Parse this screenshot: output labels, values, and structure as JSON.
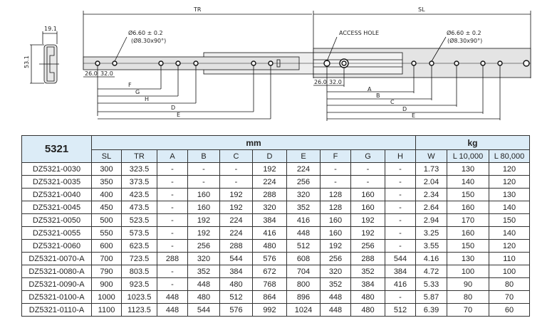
{
  "drawing": {
    "tr_label": "TR",
    "sl_label": "SL",
    "width_dim": "19.1",
    "height_dim": "53.1",
    "hole_spec_left": "Ø6.60 ± 0.2",
    "hole_sub_left": "(Ø8.30x90°)",
    "hole_spec_right": "Ø6.60 ± 0.2",
    "hole_sub_right": "(Ø8.30x90°)",
    "access_hole": "ACCESS HOLE",
    "dim_26": "26.0",
    "dim_32": "32.0",
    "left_dims": [
      "F",
      "G",
      "H",
      "D",
      "E"
    ],
    "right_dims": [
      "A",
      "B",
      "C",
      "D",
      "E"
    ]
  },
  "table": {
    "model": "5321",
    "unit_mm": "mm",
    "unit_kg": "kg",
    "columns": [
      "SL",
      "TR",
      "A",
      "B",
      "C",
      "D",
      "E",
      "F",
      "G",
      "H",
      "W",
      "L 10,000",
      "L 80,000"
    ],
    "rows": [
      [
        "DZ5321-0030",
        "300",
        "323.5",
        "-",
        "-",
        "-",
        "192",
        "224",
        "-",
        "-",
        "-",
        "1.73",
        "130",
        "120"
      ],
      [
        "DZ5321-0035",
        "350",
        "373.5",
        "-",
        "-",
        "-",
        "224",
        "256",
        "-",
        "-",
        "-",
        "2.04",
        "140",
        "120"
      ],
      [
        "DZ5321-0040",
        "400",
        "423.5",
        "-",
        "160",
        "192",
        "288",
        "320",
        "128",
        "160",
        "-",
        "2.34",
        "150",
        "130"
      ],
      [
        "DZ5321-0045",
        "450",
        "473.5",
        "-",
        "160",
        "192",
        "320",
        "352",
        "128",
        "160",
        "-",
        "2.64",
        "160",
        "140"
      ],
      [
        "DZ5321-0050",
        "500",
        "523.5",
        "-",
        "192",
        "224",
        "384",
        "416",
        "160",
        "192",
        "-",
        "2.94",
        "170",
        "150"
      ],
      [
        "DZ5321-0055",
        "550",
        "573.5",
        "-",
        "192",
        "224",
        "416",
        "448",
        "160",
        "192",
        "-",
        "3.25",
        "160",
        "140"
      ],
      [
        "DZ5321-0060",
        "600",
        "623.5",
        "-",
        "256",
        "288",
        "480",
        "512",
        "192",
        "256",
        "-",
        "3.55",
        "150",
        "120"
      ],
      [
        "DZ5321-0070-A",
        "700",
        "723.5",
        "288",
        "320",
        "544",
        "576",
        "608",
        "256",
        "288",
        "544",
        "4.16",
        "130",
        "110"
      ],
      [
        "DZ5321-0080-A",
        "790",
        "803.5",
        "-",
        "352",
        "384",
        "672",
        "704",
        "320",
        "352",
        "384",
        "4.72",
        "100",
        "100"
      ],
      [
        "DZ5321-0090-A",
        "900",
        "923.5",
        "-",
        "448",
        "480",
        "768",
        "800",
        "352",
        "384",
        "416",
        "5.33",
        "90",
        "80"
      ],
      [
        "DZ5321-0100-A",
        "1000",
        "1023.5",
        "448",
        "480",
        "512",
        "864",
        "896",
        "448",
        "480",
        "-",
        "5.87",
        "80",
        "70"
      ],
      [
        "DZ5321-0110-A",
        "1100",
        "1123.5",
        "448",
        "544",
        "576",
        "992",
        "1024",
        "448",
        "480",
        "512",
        "6.39",
        "70",
        "60"
      ]
    ]
  }
}
